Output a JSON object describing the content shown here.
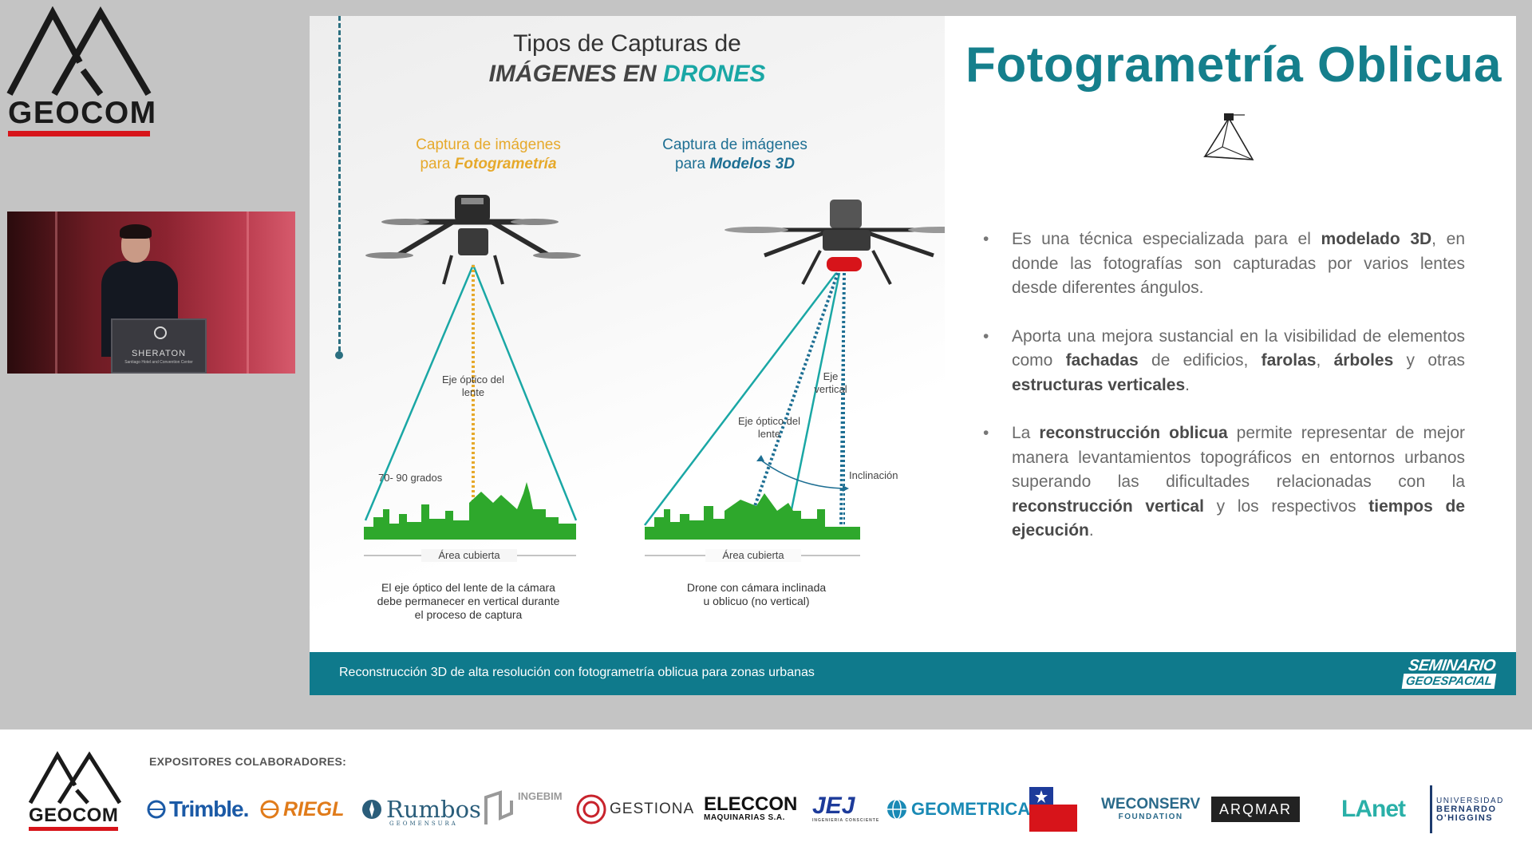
{
  "brand": {
    "top_logo_word": "GEOCOM",
    "bottom_logo_word": "GEOCOM",
    "brand_red": "#d7141a"
  },
  "camera": {
    "podium_text": "SHERATON",
    "podium_subtext": "Santiago Hotel and Convention Center"
  },
  "slide": {
    "title": "Fotogrametría  Oblicua",
    "title_color": "#157f8c",
    "icon": "oblique-pyramid-icon",
    "infographic": {
      "title_line1": "Tipos de Capturas de",
      "title_line2_a": "IMÁGENES EN ",
      "title_line2_b": "DRONES",
      "left": {
        "caption_line1": "Captura de imágenes",
        "caption_line2_a": "para ",
        "caption_line2_b": "Fotogrametría",
        "axis_label": "Eje óptico del lente",
        "angle_label": "70- 90 grados",
        "area_label": "Área cubierta",
        "description": "El eje óptico del lente de la cámara debe permanecer en vertical durante el proceso de captura"
      },
      "right": {
        "caption_line1": "Captura de imágenes",
        "caption_line2_a": "para ",
        "caption_line2_b": "Modelos 3D",
        "axis_label": "Eje óptico del lente",
        "vertical_label": "Eje vertical",
        "tilt_label": "Inclinación",
        "area_label": "Área cubierta",
        "description": "Drone con cámara inclinada u oblicuo (no vertical)"
      }
    },
    "bullets": [
      {
        "parts": [
          {
            "t": "Es una técnica especializada para el ",
            "b": false
          },
          {
            "t": "modelado 3D",
            "b": true
          },
          {
            "t": ", en donde las fotografías son capturadas por varios lentes desde diferentes ángulos.",
            "b": false
          }
        ]
      },
      {
        "parts": [
          {
            "t": "Aporta una mejora sustancial en la visibilidad de elementos como ",
            "b": false
          },
          {
            "t": "fachadas",
            "b": true
          },
          {
            "t": " de edificios, ",
            "b": false
          },
          {
            "t": "farolas",
            "b": true
          },
          {
            "t": ", ",
            "b": false
          },
          {
            "t": "árboles",
            "b": true
          },
          {
            "t": " y otras ",
            "b": false
          },
          {
            "t": "estructuras verticales",
            "b": true
          },
          {
            "t": ".",
            "b": false
          }
        ]
      },
      {
        "parts": [
          {
            "t": "La ",
            "b": false
          },
          {
            "t": "reconstrucción oblicua",
            "b": true
          },
          {
            "t": " permite representar de mejor manera levantamientos topográficos en entornos urbanos superando las dificultades relacionadas con la ",
            "b": false
          },
          {
            "t": "reconstrucción vertical",
            "b": true
          },
          {
            "t": " y los respectivos ",
            "b": false
          },
          {
            "t": "tiempos de ejecución",
            "b": true
          },
          {
            "t": ".",
            "b": false
          }
        ]
      }
    ],
    "footer_text": "Reconstrucción 3D de alta resolución con fotogrametría oblicua para zonas urbanas",
    "footer_color": "#0f7a8c",
    "seminario_line1": "SEMINARIO",
    "seminario_line2": "GEOESPACIAL"
  },
  "sponsors": {
    "heading": "EXPOSITORES COLABORADORES:",
    "logos": {
      "trimble": "Trimble.",
      "riegl": "RIEGL",
      "rumbos": "Rumbos",
      "rumbos_sub": "GEOMENSURA",
      "ingebim": "INGEBIM",
      "gestiona": "GESTIONA",
      "eleccon": "ELECCON",
      "eleccon_sub": "MAQUINARIAS S.A.",
      "jej": "JEJ",
      "jej_sub": "INGENIERIA CONSCIENTE",
      "geometrica": "GEOMETRICA",
      "weconserv": "WECONSERV",
      "weconserv_sub": "FOUNDATION",
      "arqmar": "ARQMAR",
      "lanet": "LAnet",
      "ubo_top": "UNIVERSIDAD",
      "ubo_mid": "BERNARDO",
      "ubo_bot": "O'HIGGINS"
    }
  }
}
